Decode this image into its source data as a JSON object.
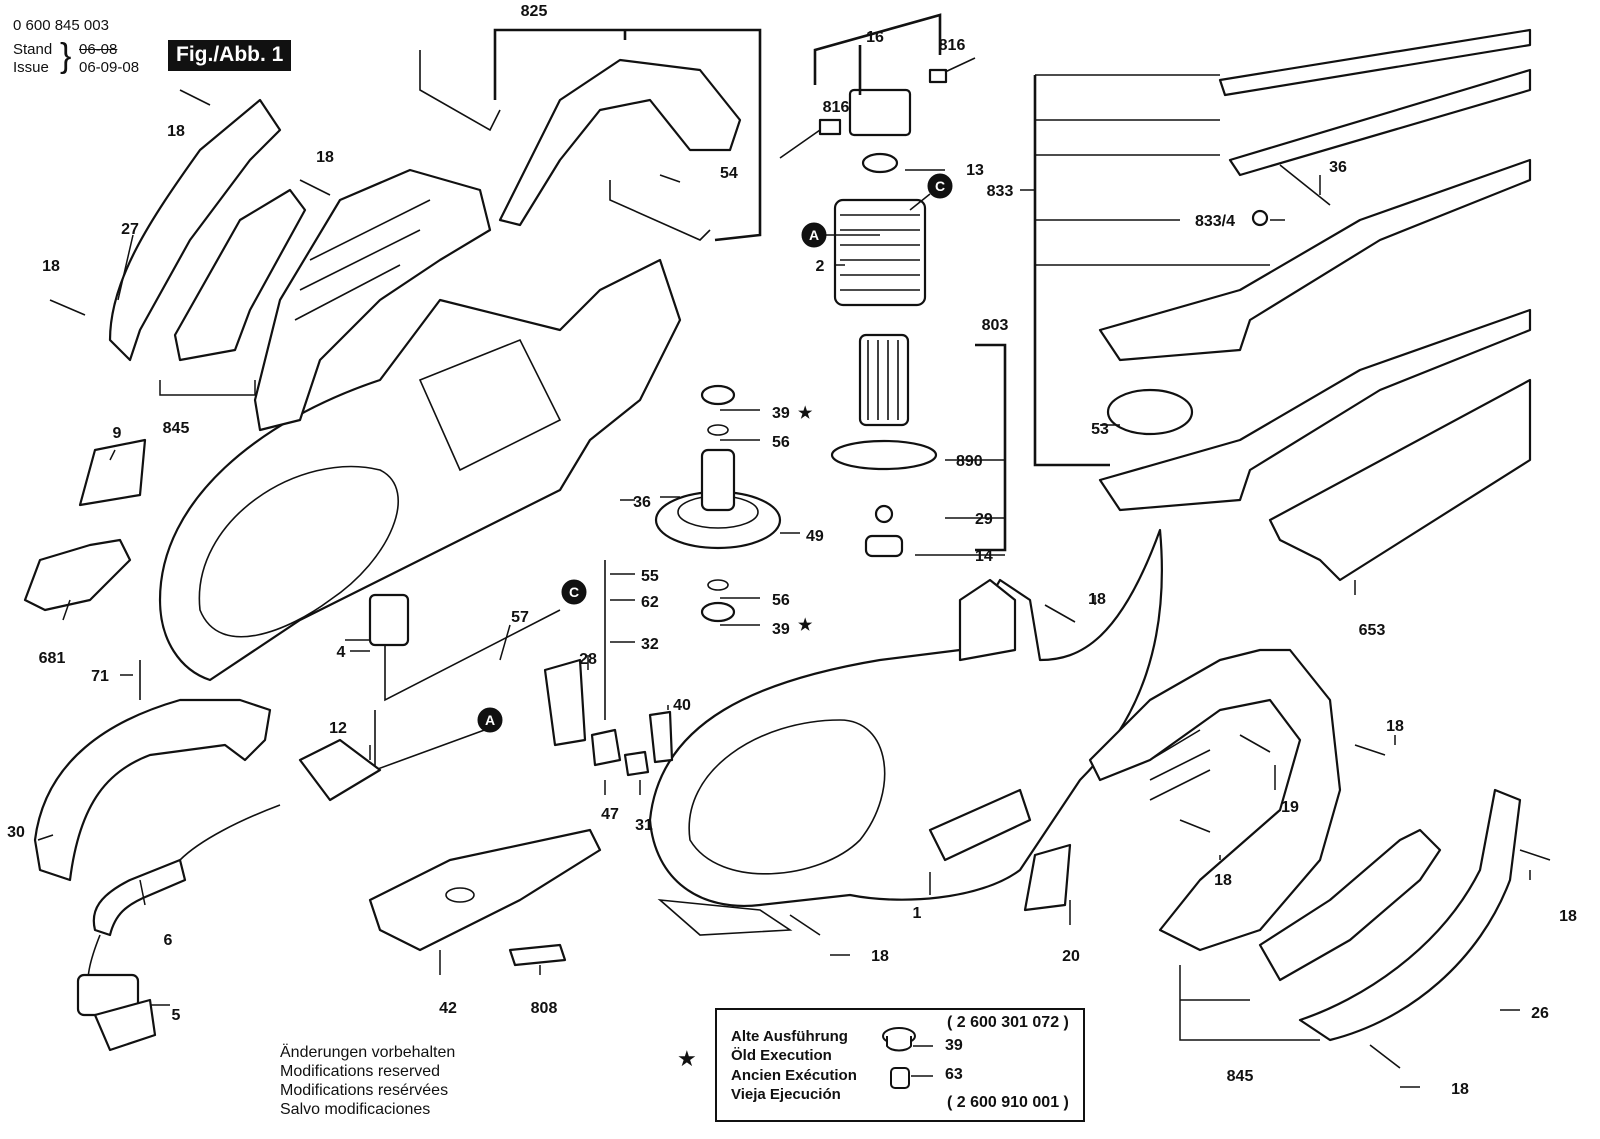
{
  "header": {
    "doc_number": "0 600 845 003",
    "stand_label": "Stand",
    "issue_label": "Issue",
    "stand_old_date": "06-08",
    "issue_date": "06-09-08",
    "figure_badge": "Fig./Abb. 1"
  },
  "callouts": [
    {
      "id": "c825",
      "text": "825"
    },
    {
      "id": "c16",
      "text": "16"
    },
    {
      "id": "c816a",
      "text": "816"
    },
    {
      "id": "c816b",
      "text": "816"
    },
    {
      "id": "c13",
      "text": "13"
    },
    {
      "id": "c2",
      "text": "2"
    },
    {
      "id": "c803",
      "text": "803"
    },
    {
      "id": "c890",
      "text": "890"
    },
    {
      "id": "c29",
      "text": "29"
    },
    {
      "id": "c14",
      "text": "14"
    },
    {
      "id": "c54",
      "text": "54"
    },
    {
      "id": "c18a",
      "text": "18"
    },
    {
      "id": "c18b",
      "text": "18"
    },
    {
      "id": "c18c",
      "text": "18"
    },
    {
      "id": "c27",
      "text": "27"
    },
    {
      "id": "c845a",
      "text": "845"
    },
    {
      "id": "c9",
      "text": "9"
    },
    {
      "id": "c681",
      "text": "681"
    },
    {
      "id": "c39a",
      "text": "39"
    },
    {
      "id": "c56a",
      "text": "56"
    },
    {
      "id": "c36a",
      "text": "36"
    },
    {
      "id": "c49",
      "text": "49"
    },
    {
      "id": "c55",
      "text": "55"
    },
    {
      "id": "c62",
      "text": "62"
    },
    {
      "id": "c56b",
      "text": "56"
    },
    {
      "id": "c39b",
      "text": "39"
    },
    {
      "id": "c32",
      "text": "32"
    },
    {
      "id": "c57",
      "text": "57"
    },
    {
      "id": "c4",
      "text": "4"
    },
    {
      "id": "c28",
      "text": "28"
    },
    {
      "id": "c40",
      "text": "40"
    },
    {
      "id": "c12",
      "text": "12"
    },
    {
      "id": "c47",
      "text": "47"
    },
    {
      "id": "c31",
      "text": "31"
    },
    {
      "id": "c71",
      "text": "71"
    },
    {
      "id": "c30",
      "text": "30"
    },
    {
      "id": "c6",
      "text": "6"
    },
    {
      "id": "c5",
      "text": "5"
    },
    {
      "id": "c42",
      "text": "42"
    },
    {
      "id": "c808",
      "text": "808"
    },
    {
      "id": "c833",
      "text": "833"
    },
    {
      "id": "c8334",
      "text": "833/4"
    },
    {
      "id": "c36b",
      "text": "36"
    },
    {
      "id": "c53",
      "text": "53"
    },
    {
      "id": "c653",
      "text": "653"
    },
    {
      "id": "c18d",
      "text": "18"
    },
    {
      "id": "c1",
      "text": "1"
    },
    {
      "id": "c18e",
      "text": "18"
    },
    {
      "id": "c20",
      "text": "20"
    },
    {
      "id": "c19",
      "text": "19"
    },
    {
      "id": "c18f",
      "text": "18"
    },
    {
      "id": "c18g",
      "text": "18"
    },
    {
      "id": "c18h",
      "text": "18"
    },
    {
      "id": "c26",
      "text": "26"
    },
    {
      "id": "c845b",
      "text": "845"
    },
    {
      "id": "c18i",
      "text": "18"
    }
  ],
  "markers": {
    "A": "A",
    "C": "C",
    "star": "★"
  },
  "notes": [
    "Änderungen vorbehalten",
    "Modifications reserved",
    "Modifications resérvées",
    "Salvo modificaciones"
  ],
  "legend": {
    "labels": [
      "Alte Ausführung",
      "Öld Execution",
      "Ancien Exécution",
      "Vieja Ejecución"
    ],
    "part_a_number": "( 2 600 301 072 )",
    "part_a_key": "39",
    "part_b_key": "63",
    "part_b_number": "( 2 600 910 001 )"
  }
}
